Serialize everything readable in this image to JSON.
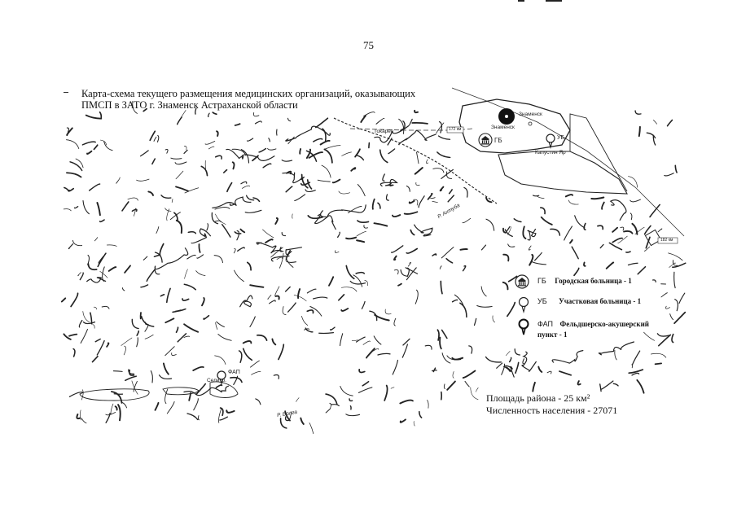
{
  "page_number": "75",
  "title": {
    "line1": "Карта-схема текущего размещения медицинских организаций, оказывающих",
    "line2": "ПМСП в ЗАТО г. Знаменск Астраханской области"
  },
  "map_labels": {
    "city_upper": "Знаменск",
    "city_lower": "Знаменск",
    "city_hospital_abbr": "ГБ",
    "district_hospital_abbr": "УБ",
    "kapustin_yar": "Капустин Яр",
    "tokarev": "Токарев",
    "river_akhtuba": "Р. Ахтуба",
    "fap_abbr": "ФАП",
    "selitrennoe": "Селитр.",
    "river_volga": "Р. Волга",
    "road_sign": "172 км",
    "road_sign_east": "182 км"
  },
  "legend": {
    "items": [
      {
        "abbr": "ГБ",
        "text": "Городская больница - 1",
        "icon": "hospital-building-icon"
      },
      {
        "abbr": "УБ",
        "text": "Участковая больница - 1",
        "icon": "map-pin-outline-icon"
      },
      {
        "abbr": "ФАП",
        "text_line1": "Фельдшерско-акушерский",
        "text_line2": "пункт - 1",
        "icon": "map-pin-bold-icon"
      }
    ]
  },
  "stats": {
    "area": "Площадь района - 25 км²",
    "population": "Численность населения - 27071"
  }
}
